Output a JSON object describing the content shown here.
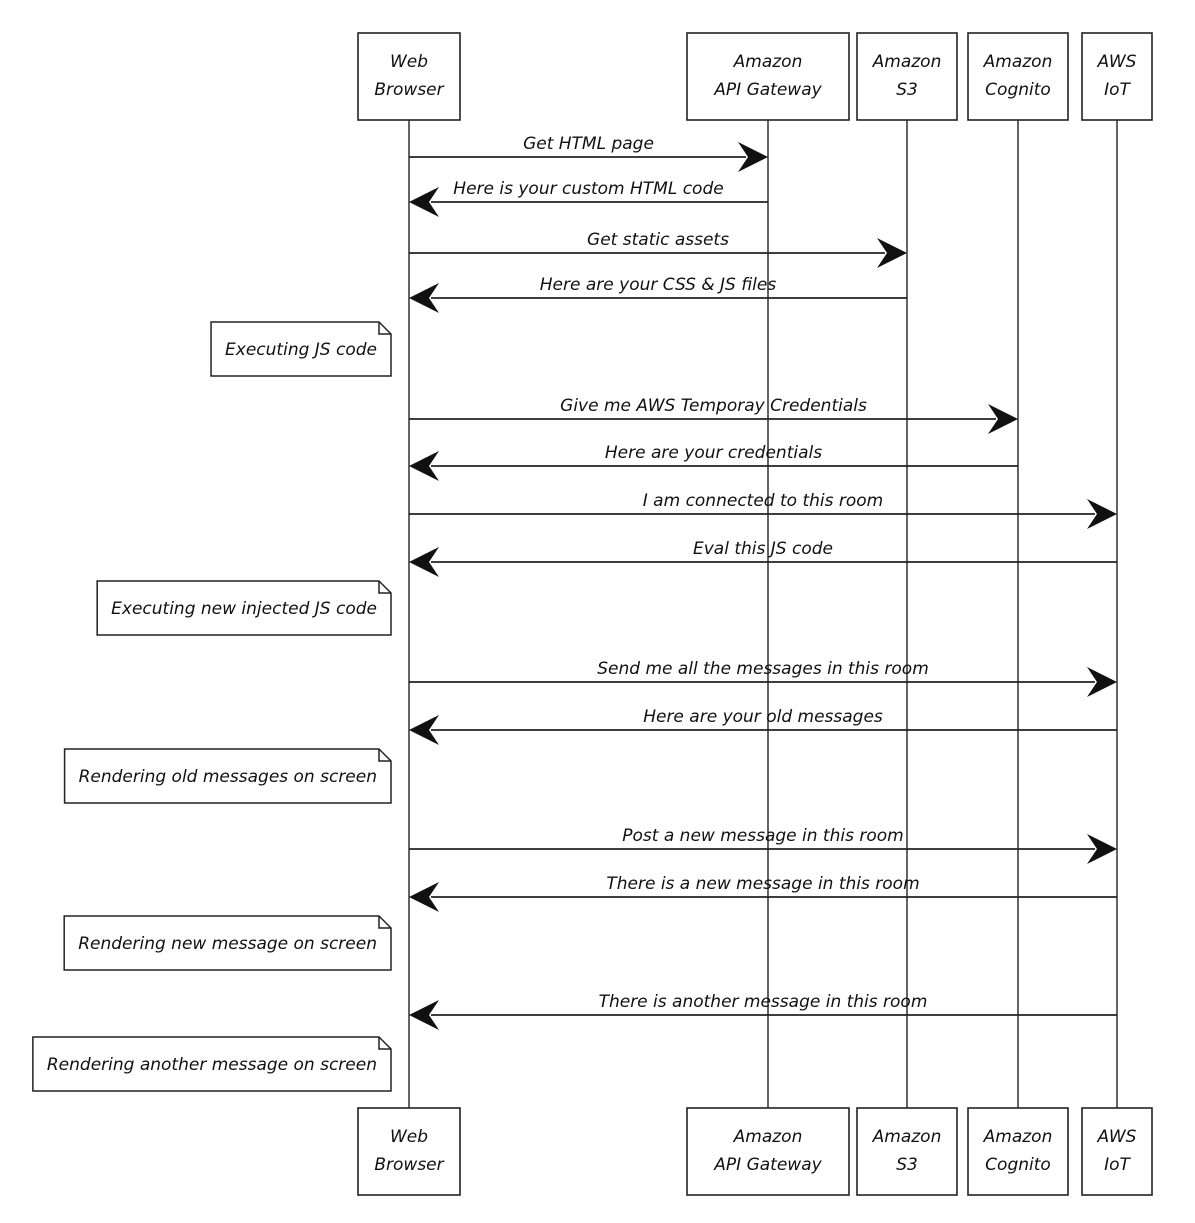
{
  "participants": [
    {
      "id": "browser",
      "line1": "Web",
      "line2": "Browser"
    },
    {
      "id": "apigw",
      "line1": "Amazon",
      "line2": "API Gateway"
    },
    {
      "id": "s3",
      "line1": "Amazon",
      "line2": "S3"
    },
    {
      "id": "cognito",
      "line1": "Amazon",
      "line2": "Cognito"
    },
    {
      "id": "iot",
      "line1": "AWS",
      "line2": "IoT"
    }
  ],
  "steps": [
    {
      "kind": "message",
      "from": "browser",
      "to": "apigw",
      "text": "Get HTML page"
    },
    {
      "kind": "message",
      "from": "apigw",
      "to": "browser",
      "text": "Here is your custom HTML code"
    },
    {
      "kind": "message",
      "from": "browser",
      "to": "s3",
      "text": "Get static assets"
    },
    {
      "kind": "message",
      "from": "s3",
      "to": "browser",
      "text": "Here are your CSS & JS files"
    },
    {
      "kind": "note",
      "over": "browser",
      "text": "Executing JS code"
    },
    {
      "kind": "message",
      "from": "browser",
      "to": "cognito",
      "text": "Give me AWS Temporay Credentials"
    },
    {
      "kind": "message",
      "from": "cognito",
      "to": "browser",
      "text": "Here are your credentials"
    },
    {
      "kind": "message",
      "from": "browser",
      "to": "iot",
      "text": "I am connected to this room"
    },
    {
      "kind": "message",
      "from": "iot",
      "to": "browser",
      "text": "Eval this JS code"
    },
    {
      "kind": "note",
      "over": "browser",
      "text": "Executing new injected JS code"
    },
    {
      "kind": "message",
      "from": "browser",
      "to": "iot",
      "text": "Send me all the messages in this room"
    },
    {
      "kind": "message",
      "from": "iot",
      "to": "browser",
      "text": "Here are your old messages"
    },
    {
      "kind": "note",
      "over": "browser",
      "text": "Rendering old messages on screen"
    },
    {
      "kind": "message",
      "from": "browser",
      "to": "iot",
      "text": "Post a new message in this room"
    },
    {
      "kind": "message",
      "from": "iot",
      "to": "browser",
      "text": "There is a new message in this room"
    },
    {
      "kind": "note",
      "over": "browser",
      "text": "Rendering new message on screen"
    },
    {
      "kind": "message",
      "from": "iot",
      "to": "browser",
      "text": "There is another message in this room"
    },
    {
      "kind": "note",
      "over": "browser",
      "text": "Rendering another message on screen"
    }
  ]
}
